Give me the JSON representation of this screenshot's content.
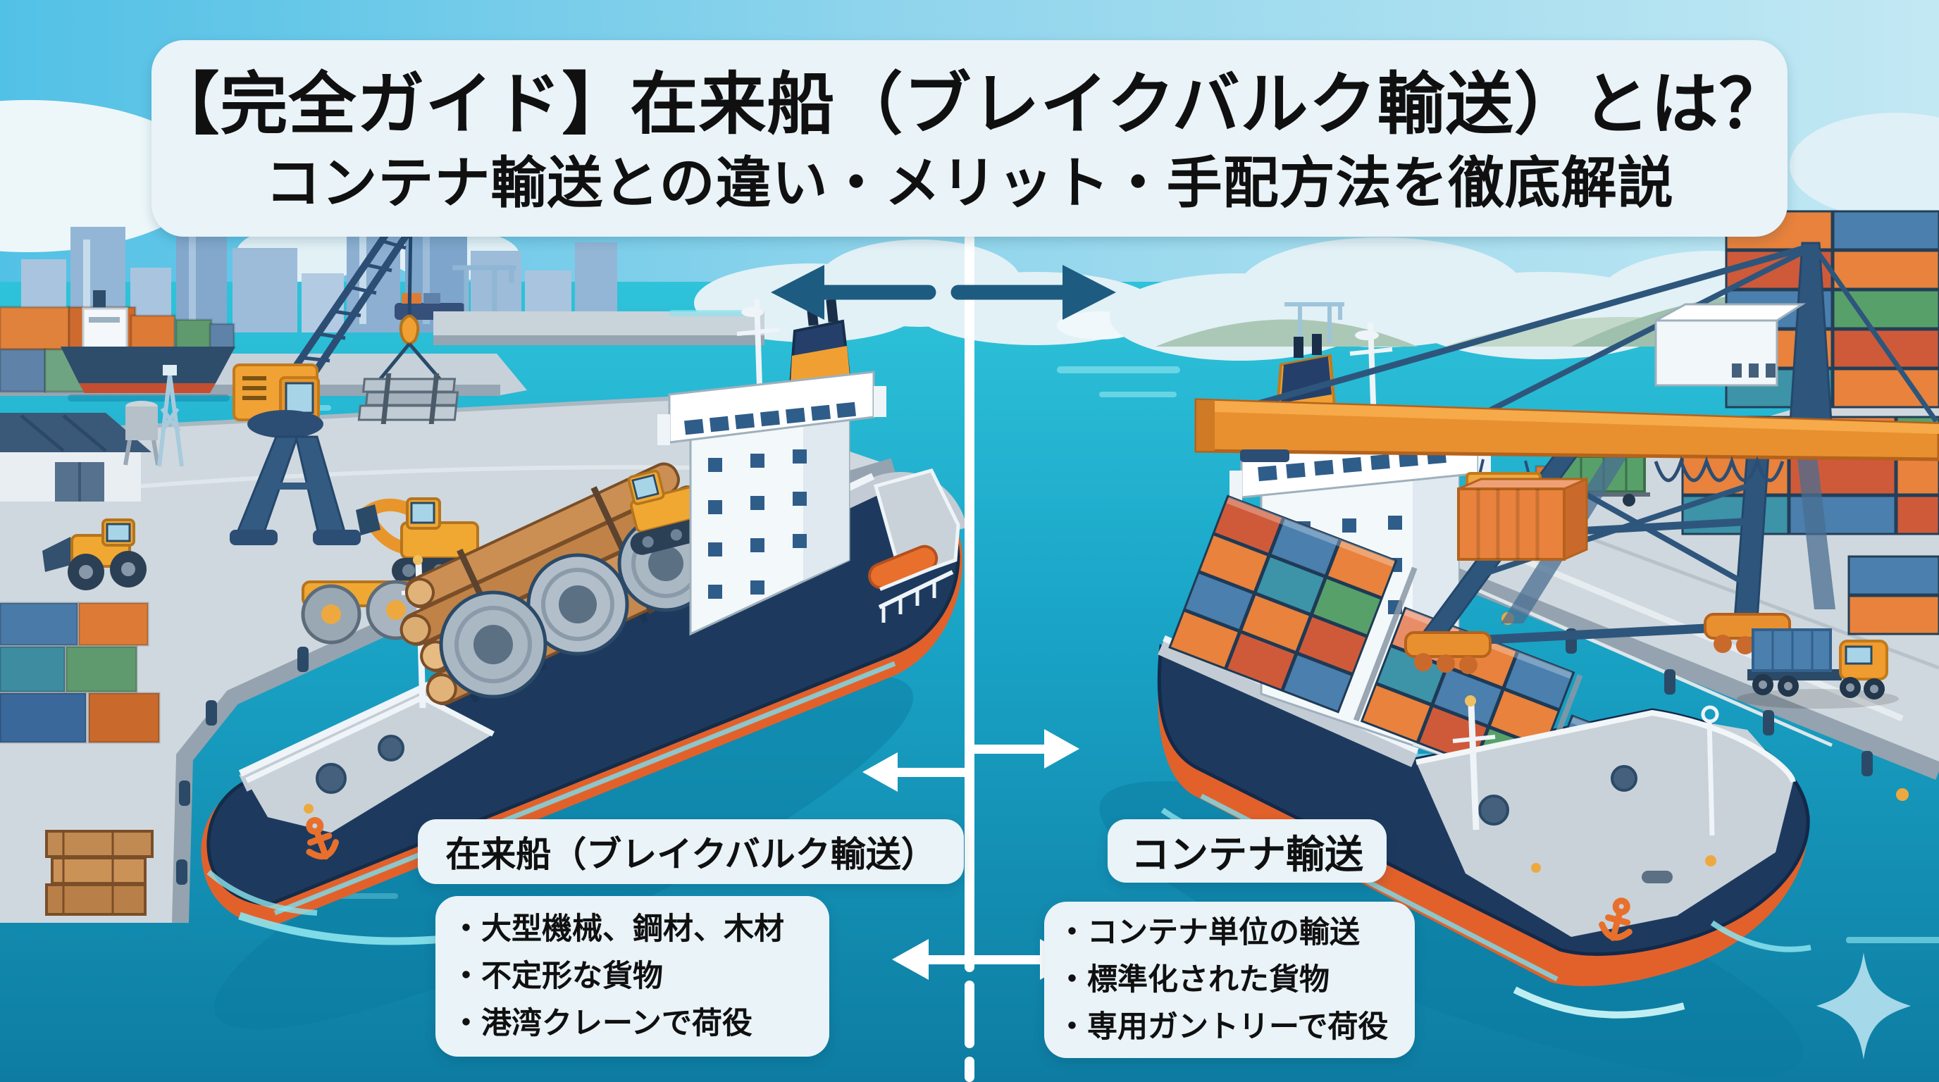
{
  "title": {
    "line1": "【完全ガイド】在来船（ブレイクバルク輸送）とは？",
    "line2": "コンテナ輸送との違い・メリット・手配方法を徹底解説"
  },
  "left_section": {
    "label": "在来船（ブレイクバルク輸送）",
    "bullets": [
      "・大型機械、鋼材、木材",
      "・不定形な貨物",
      "・港湾クレーンで荷役"
    ]
  },
  "right_section": {
    "label": "コンテナ輸送",
    "bullets": [
      "・コンテナ単位の輸送",
      "・標準化された貨物",
      "・専用ガントリーで荷役"
    ]
  },
  "icons": {
    "compare_left_arrow": "arrow-left",
    "compare_right_arrow": "arrow-right",
    "exchange_arrows": "arrows-left-right",
    "divider": "vertical-dashed-line",
    "sparkle": "four-point-star",
    "anchor": "anchor"
  },
  "colors": {
    "sky": "#58c4e7",
    "sea": "#18a2c6",
    "hull_navy": "#1d3a5e",
    "hull_orange": "#e2612b",
    "crane_blue": "#2e567c",
    "boom_orange": "#e8902f",
    "arrow_blue": "#1d5c80",
    "panel_bg": "#e9f3f8",
    "text": "#101010"
  }
}
